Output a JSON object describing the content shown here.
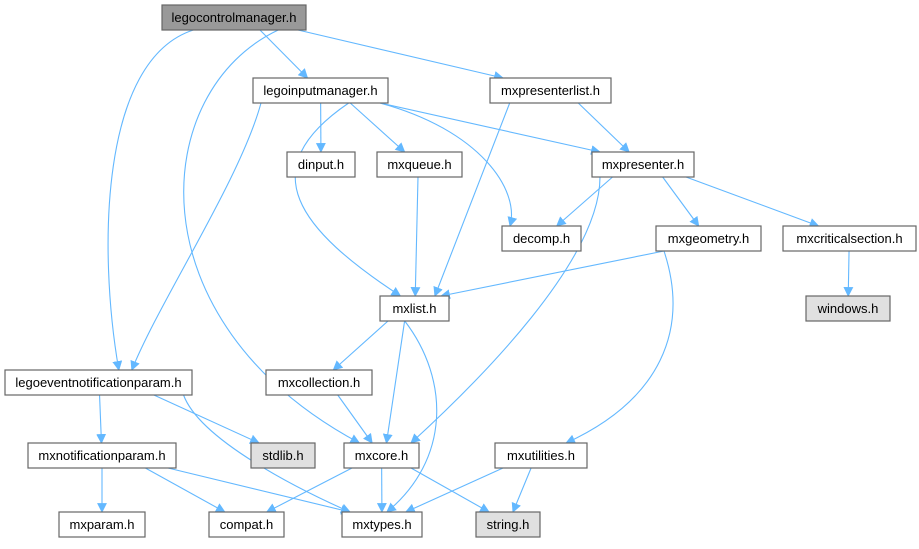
{
  "graph": {
    "type": "include-dependency-graph",
    "colors": {
      "edge": "#63b8ff",
      "root_fill": "#999999",
      "external_fill": "#e0e0e0",
      "node_fill": "#ffffff"
    },
    "nodes": {
      "lcm": {
        "label": "legocontrolmanager.h",
        "kind": "root"
      },
      "lim": {
        "label": "legoinputmanager.h",
        "kind": "file"
      },
      "mpl": {
        "label": "mxpresenterlist.h",
        "kind": "file"
      },
      "dinput": {
        "label": "dinput.h",
        "kind": "file"
      },
      "mxqueue": {
        "label": "mxqueue.h",
        "kind": "file"
      },
      "mxpresenter": {
        "label": "mxpresenter.h",
        "kind": "file"
      },
      "decomp": {
        "label": "decomp.h",
        "kind": "file"
      },
      "mxgeometry": {
        "label": "mxgeometry.h",
        "kind": "file"
      },
      "mxcrit": {
        "label": "mxcriticalsection.h",
        "kind": "file"
      },
      "mxlist": {
        "label": "mxlist.h",
        "kind": "file"
      },
      "windows": {
        "label": "windows.h",
        "kind": "external"
      },
      "mxcollection": {
        "label": "mxcollection.h",
        "kind": "file"
      },
      "lenp": {
        "label": "legoeventnotificationparam.h",
        "kind": "file"
      },
      "stdlib": {
        "label": "stdlib.h",
        "kind": "external"
      },
      "mxcore": {
        "label": "mxcore.h",
        "kind": "file"
      },
      "mxutilities": {
        "label": "mxutilities.h",
        "kind": "file"
      },
      "mxnotif": {
        "label": "mxnotificationparam.h",
        "kind": "file"
      },
      "mxparam": {
        "label": "mxparam.h",
        "kind": "file"
      },
      "compat": {
        "label": "compat.h",
        "kind": "file"
      },
      "mxtypes": {
        "label": "mxtypes.h",
        "kind": "file"
      },
      "string": {
        "label": "string.h",
        "kind": "external"
      }
    },
    "edges": [
      [
        "lcm",
        "lenp"
      ],
      [
        "lcm",
        "mxcore"
      ],
      [
        "lcm",
        "lim"
      ],
      [
        "lcm",
        "mpl"
      ],
      [
        "lim",
        "lenp"
      ],
      [
        "lim",
        "mxlist"
      ],
      [
        "lim",
        "dinput"
      ],
      [
        "lim",
        "mxqueue"
      ],
      [
        "lim",
        "decomp"
      ],
      [
        "lim",
        "mxpresenter"
      ],
      [
        "mpl",
        "mxlist"
      ],
      [
        "mpl",
        "mxpresenter"
      ],
      [
        "mxqueue",
        "mxlist"
      ],
      [
        "mxpresenter",
        "decomp"
      ],
      [
        "mxpresenter",
        "mxgeometry"
      ],
      [
        "mxpresenter",
        "mxcrit"
      ],
      [
        "mxpresenter",
        "mxcore"
      ],
      [
        "mxgeometry",
        "mxlist"
      ],
      [
        "mxgeometry",
        "mxutilities"
      ],
      [
        "mxcrit",
        "windows"
      ],
      [
        "mxlist",
        "mxcollection"
      ],
      [
        "mxlist",
        "mxcore"
      ],
      [
        "mxlist",
        "mxtypes"
      ],
      [
        "mxcollection",
        "mxcore"
      ],
      [
        "lenp",
        "mxnotif"
      ],
      [
        "lenp",
        "stdlib"
      ],
      [
        "lenp",
        "mxtypes"
      ],
      [
        "mxcore",
        "compat"
      ],
      [
        "mxcore",
        "mxtypes"
      ],
      [
        "mxcore",
        "string"
      ],
      [
        "mxutilities",
        "mxtypes"
      ],
      [
        "mxutilities",
        "string"
      ],
      [
        "mxnotif",
        "mxparam"
      ],
      [
        "mxnotif",
        "compat"
      ],
      [
        "mxnotif",
        "mxtypes"
      ]
    ]
  }
}
